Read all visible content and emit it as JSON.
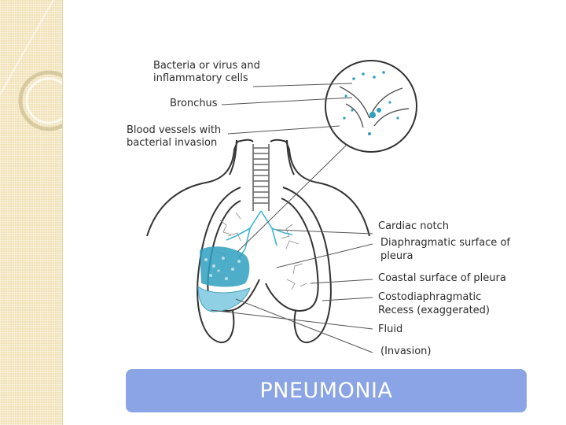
{
  "labels": {
    "bacteria_line1": "Bacteria or virus and",
    "bacteria_line2": "inflammatory cells",
    "bronchus": "Bronchus",
    "blood_line1": "Blood vessels with",
    "blood_line2": "bacterial invasion",
    "cardiac_notch": "Cardiac notch",
    "diaphragmatic_line1": "Diaphragmatic surface of",
    "diaphragmatic_line2": "pleura",
    "coastal": "Coastal surface of pleura",
    "costodiaphragmatic_line1": "Costodiaphragmatic",
    "costodiaphragmatic_line2": "Recess (exaggerated)",
    "fluid": "Fluid",
    "invasion": "(Invasion)"
  },
  "banner": {
    "title": "PNEUMONIA"
  },
  "colors": {
    "banner": "#8aa4e6",
    "infection": "#2f9fc0",
    "fluid": "#8fd0e4",
    "side_strip": "#f1e2b8"
  }
}
